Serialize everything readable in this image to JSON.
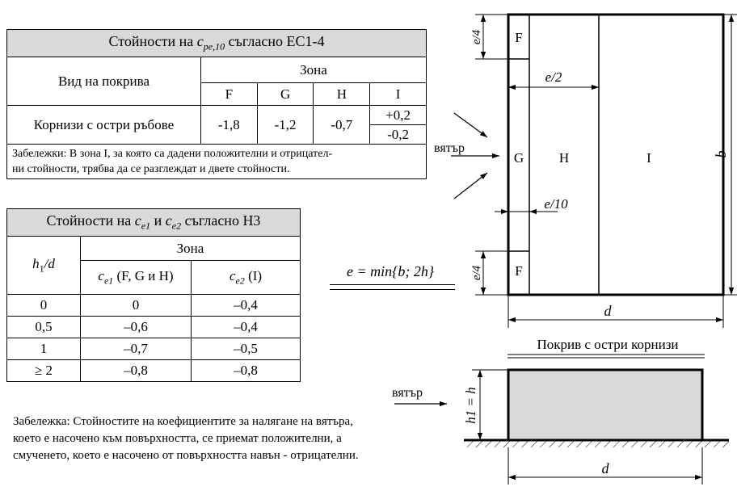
{
  "table1": {
    "title_prefix": "Стойности на ",
    "title_sym": "c",
    "title_sub": "pe,10",
    "title_suffix": " съгласно ЕС1-4",
    "roof_type_header": "Вид на покрива",
    "zone_header": "Зона",
    "zones": [
      "F",
      "G",
      "H",
      "I"
    ],
    "row_label": "Корнизи с остри ръбове",
    "values": [
      "-1,8",
      "-1,2",
      "-0,7"
    ],
    "zone_i_pos": "+0,2",
    "zone_i_neg": "-0,2",
    "note_line1": "Забележки:  В зона I, за която са дадени положителни и отрицател-",
    "note_line2": "ни стойности, трябва да се разглеждат и двете стойности."
  },
  "table2": {
    "title_prefix": "Стойности на ",
    "title_sym1": "c",
    "title_sub1": "e1",
    "title_mid": " и ",
    "title_sym2": "c",
    "title_sub2": "e2",
    "title_suffix": " съгласно Н3",
    "row_header_sym": "h",
    "row_header_sub": "1",
    "row_header_suffix": "/d",
    "zone_header": "Зона",
    "col1_sym": "c",
    "col1_sub": "e1",
    "col1_suffix": " (F, G и H)",
    "col2_sym": "c",
    "col2_sub": "e2",
    "col2_suffix": " (I)",
    "rows": [
      {
        "ratio": "0",
        "ce1": "0",
        "ce2": "–0,4"
      },
      {
        "ratio": "0,5",
        "ce1": "–0,6",
        "ce2": "–0,4"
      },
      {
        "ratio": "1",
        "ce1": "–0,7",
        "ce2": "–0,5"
      },
      {
        "ratio": "≥ 2",
        "ce1": "–0,8",
        "ce2": "–0,8"
      }
    ]
  },
  "note2": {
    "line1": "Забележка:  Стойностите на коефициентите за налягане на вятъра,",
    "line2": "което е насочено към повърхността, се приемат положителни, а",
    "line3": "смученето, което е насочено от повърхността навън  - отрицателни."
  },
  "formula": "e = min{b; 2h}",
  "plan": {
    "zone_f": "F",
    "zone_g": "G",
    "zone_h": "H",
    "zone_i": "I",
    "wind_label": "вятър",
    "dim_e4": "e/4",
    "dim_e2": "e/2",
    "dim_e10": "e/10",
    "dim_b": "b",
    "dim_d": "d"
  },
  "section": {
    "title": "Покрив с остри корнизи",
    "wind_label": "вятър",
    "dim_h": "h1 = h",
    "dim_d": "d"
  },
  "colors": {
    "header_fill": "#d9d9d9",
    "building_fill": "#d9d9d9",
    "line": "#000000"
  }
}
